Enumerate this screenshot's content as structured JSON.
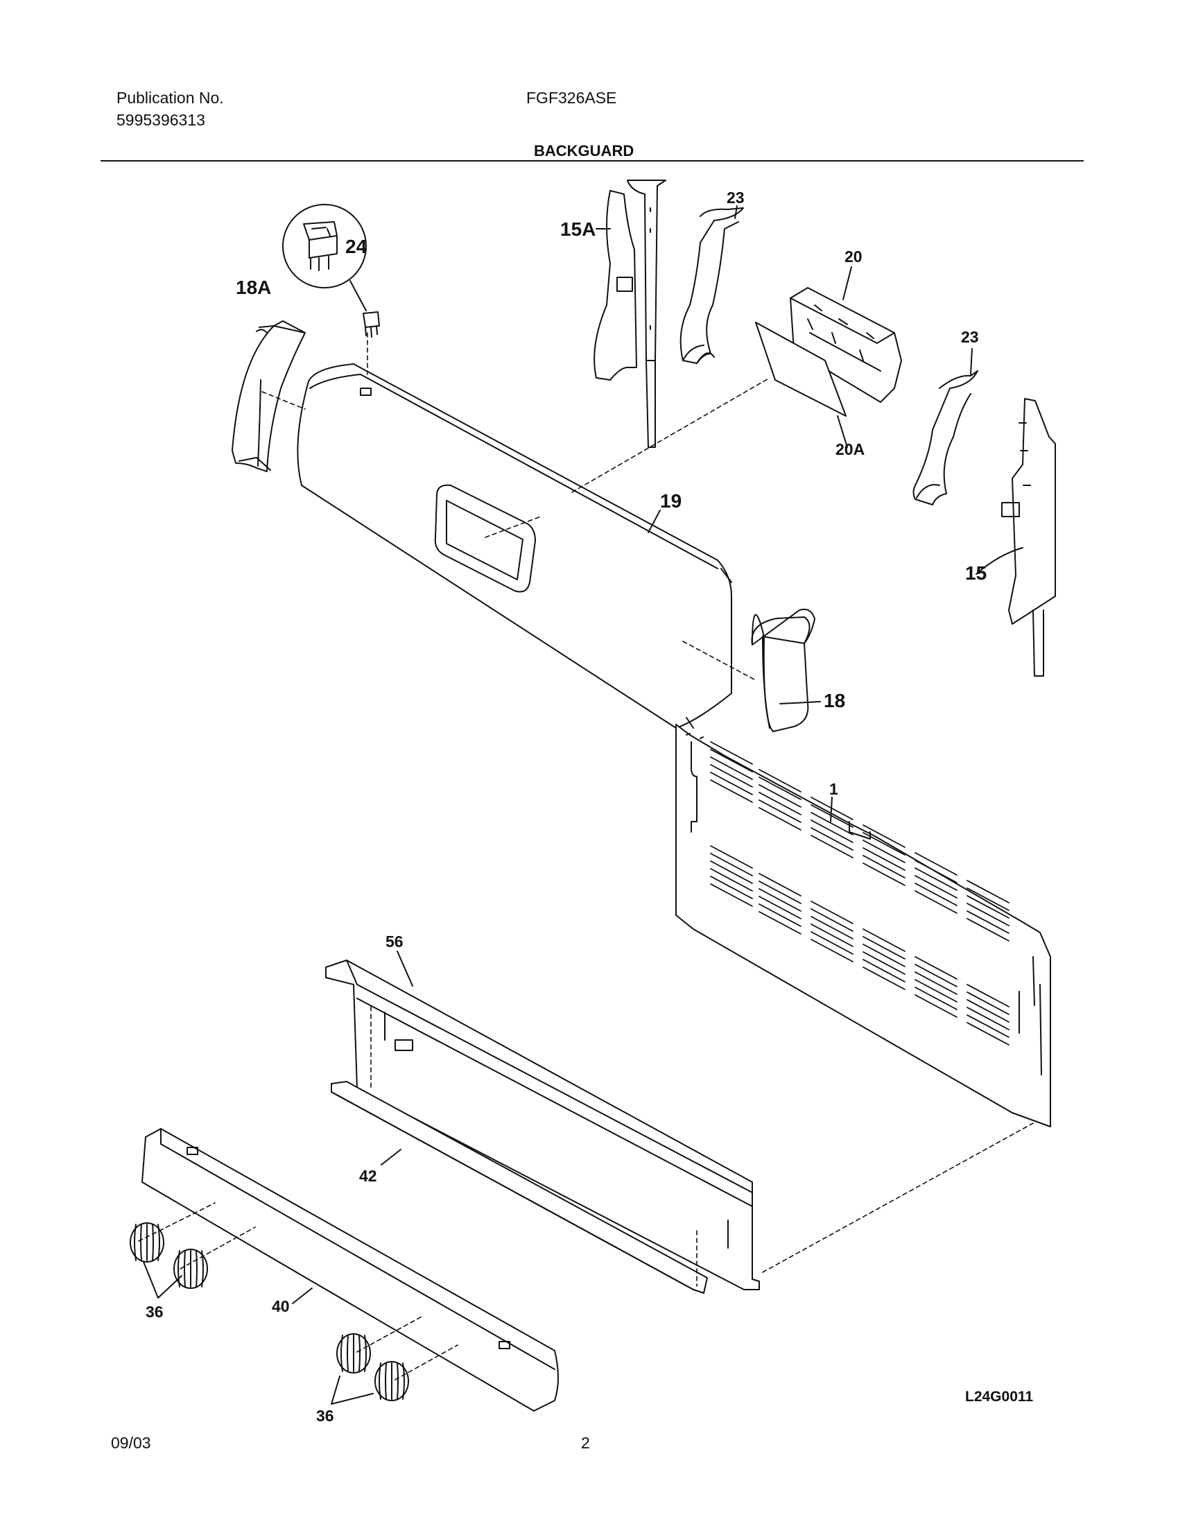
{
  "header": {
    "publication_label": "Publication No.",
    "publication_number": "5995396313",
    "model": "FGF326ASE",
    "section_title": "BACKGUARD"
  },
  "callouts": {
    "c1": "1",
    "c15": "15",
    "c15a": "15A",
    "c18": "18",
    "c18a": "18A",
    "c19": "19",
    "c20": "20",
    "c20a": "20A",
    "c23a": "23",
    "c23b": "23",
    "c24": "24",
    "c36a": "36",
    "c36b": "36",
    "c40": "40",
    "c42": "42",
    "c56": "56"
  },
  "figure_code": "L24G0011",
  "footer": {
    "date": "09/03",
    "page_number": "2"
  }
}
